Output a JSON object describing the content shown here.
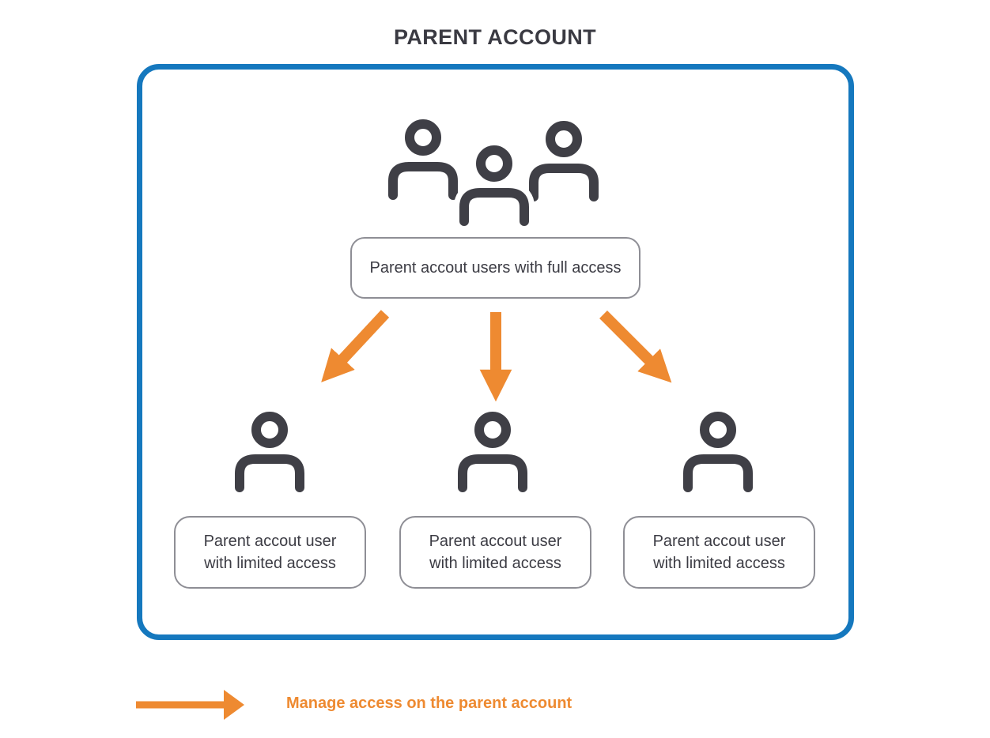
{
  "title": "PARENT ACCOUNT",
  "diagram": {
    "full_access_box": {
      "label": "Parent accout users with full access",
      "icon": "user-group-icon"
    },
    "limited_access_boxes": [
      {
        "line1": "Parent accout user",
        "line2": "with limited access",
        "icon": "user-icon"
      },
      {
        "line1": "Parent accout user",
        "line2": "with limited access",
        "icon": "user-icon"
      },
      {
        "line1": "Parent accout user",
        "line2": "with limited access",
        "icon": "user-icon"
      }
    ],
    "arrows": {
      "icon": "orange-arrow-down",
      "count": 3
    }
  },
  "legend": {
    "arrow_icon": "orange-arrow-right",
    "label": "Manage access on the parent account"
  },
  "colors": {
    "border_blue": "#1578be",
    "arrow_orange": "#ee8a31",
    "icon_charcoal": "#3f3f46",
    "label_border_gray": "#8e8e95",
    "label_text": "#3c3c44",
    "title_text": "#3a3a42"
  }
}
